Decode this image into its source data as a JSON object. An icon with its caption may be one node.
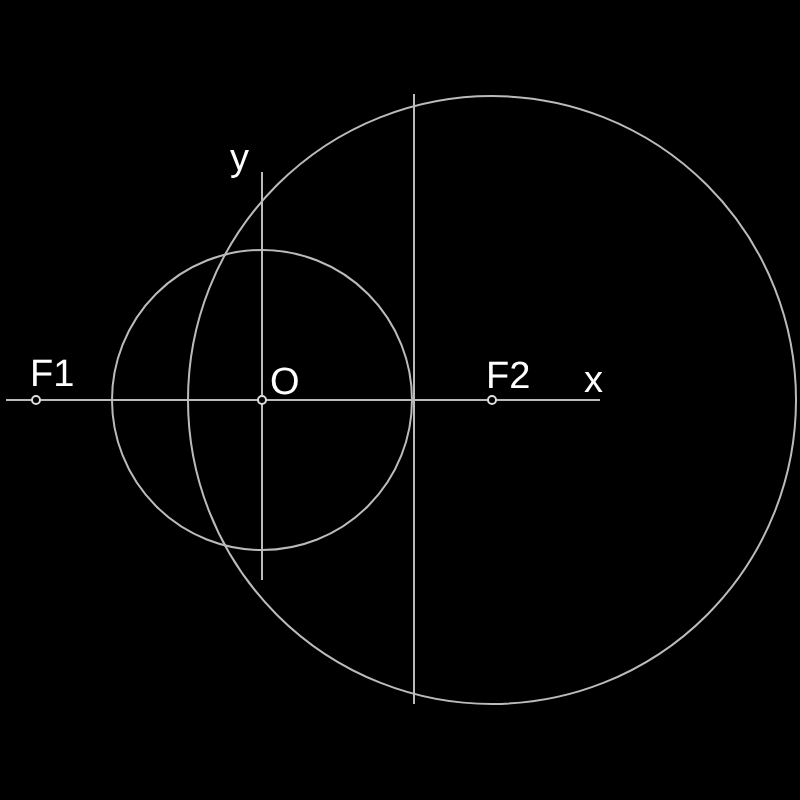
{
  "diagram": {
    "labels": [
      "y",
      "F1",
      "O",
      "F2",
      "x"
    ]
  }
}
